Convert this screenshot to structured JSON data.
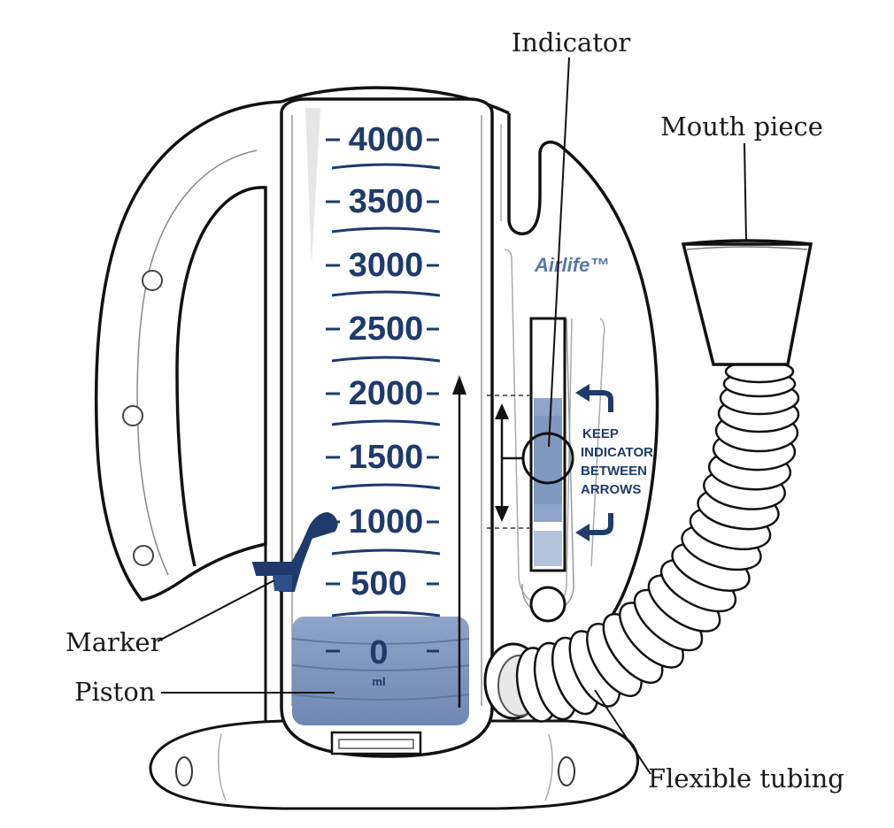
{
  "labels": {
    "indicator": "Indicator",
    "mouth_piece": "Mouth piece",
    "marker": "Marker",
    "piston": "Piston",
    "flexible_tubing": "Flexible tubing"
  },
  "device": {
    "brand": "Airlife™",
    "instruction_lines": [
      "KEEP",
      "INDICATOR",
      "BETWEEN",
      "ARROWS"
    ],
    "scale": [
      "4000",
      "3500",
      "3000",
      "2500",
      "2000",
      "1500",
      "1000",
      "500",
      "0"
    ],
    "unit": "ml"
  },
  "colors": {
    "outline": "#111111",
    "scale_blue": "#1f3a6b",
    "piston_blue": "#7f98c0",
    "piston_dark": "#6b84b0",
    "brand_blue": "#5a78a8"
  }
}
